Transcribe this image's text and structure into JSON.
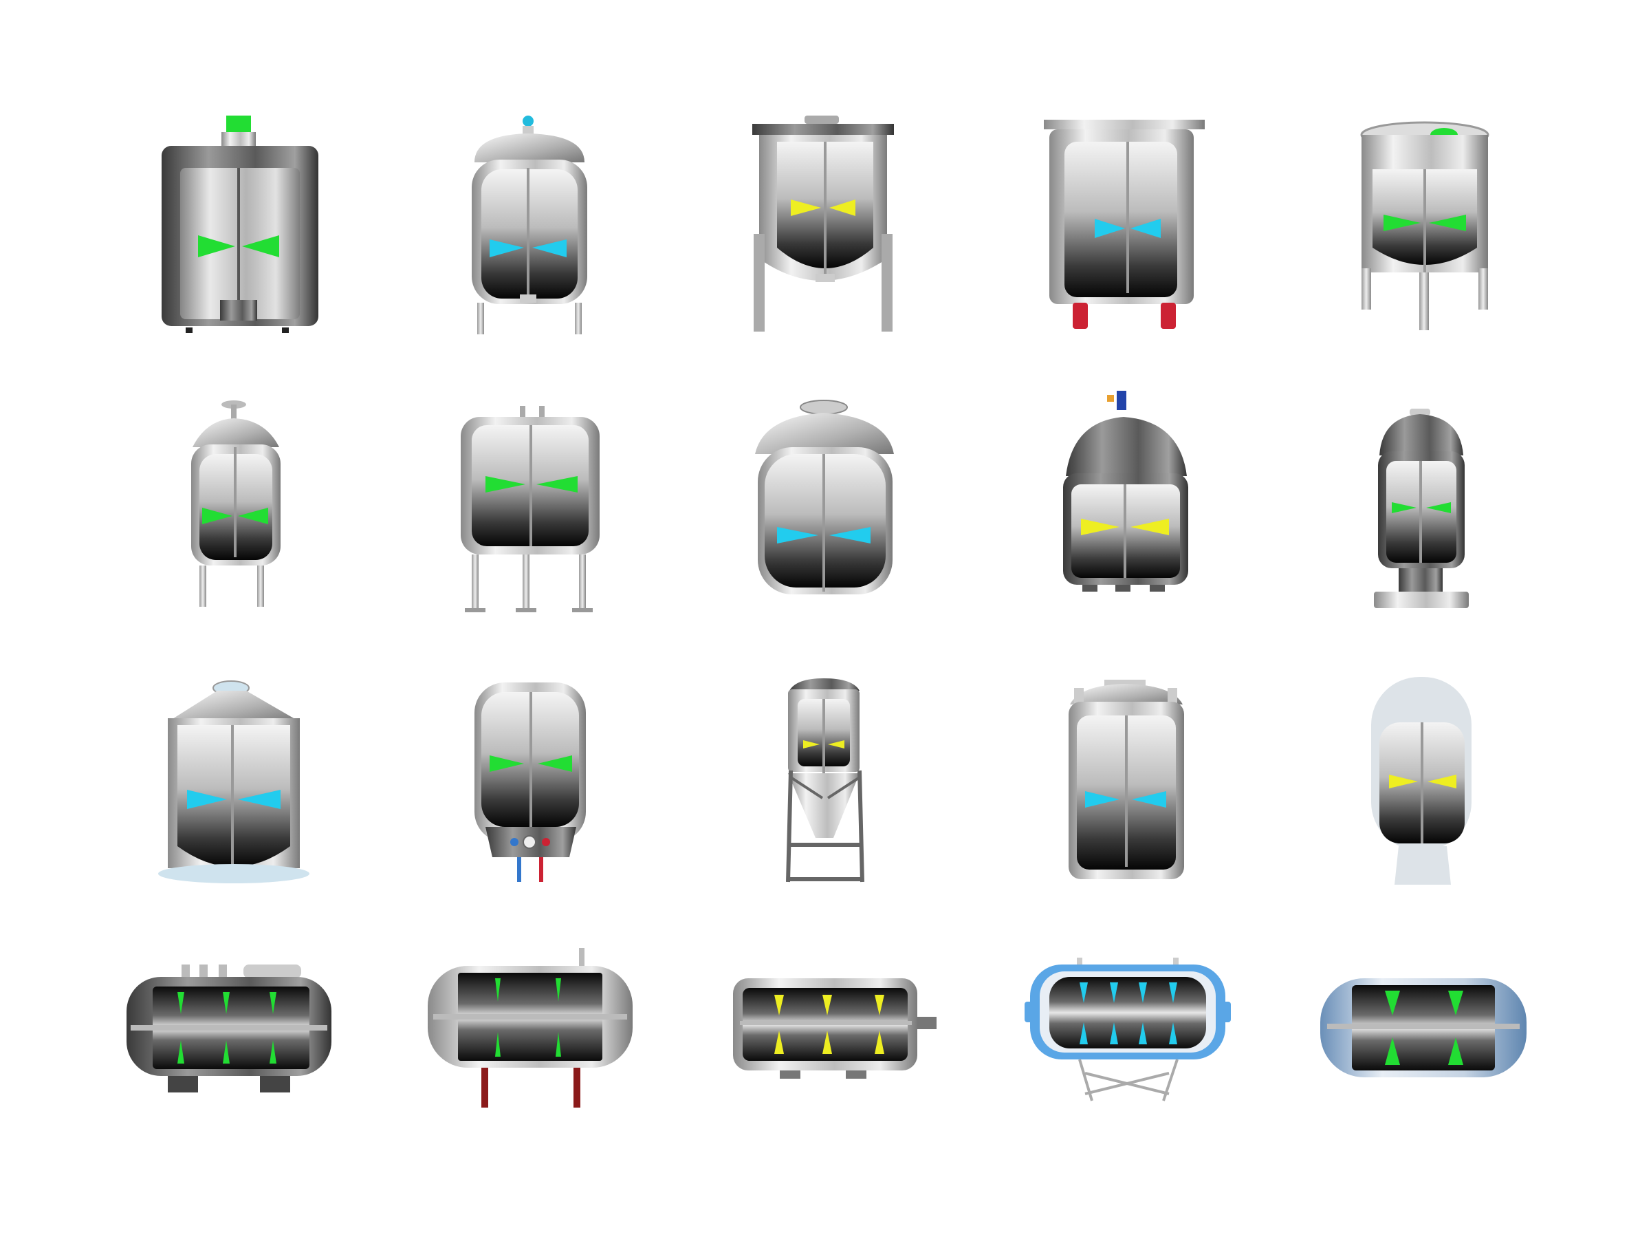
{
  "background": "#ffffff",
  "colors": {
    "green": "#22dd33",
    "cyan": "#22ccee",
    "yellow": "#eeee22",
    "steel_light": "#e8e8e8",
    "steel_dark": "#3c3c3c",
    "leg_red": "#8b1a1a",
    "wheel_red": "#cc2233",
    "frame_blue": "#5aa6e6"
  },
  "tanks": [
    {
      "name": "mixer-tank-boxy-dark",
      "blade_color": "green",
      "top": "green-cap"
    },
    {
      "name": "mixer-tank-dome-legs",
      "blade_color": "cyan",
      "top": "blue-dot"
    },
    {
      "name": "mixer-tank-frame-legs",
      "blade_color": "yellow",
      "top": "flat-lid"
    },
    {
      "name": "mixer-tank-wheeled",
      "blade_color": "cyan",
      "top": "flat-lid"
    },
    {
      "name": "mixer-tank-flat-top-legs",
      "blade_color": "green",
      "top": "green-hatch"
    },
    {
      "name": "mixer-tank-cone-top-small",
      "blade_color": "green",
      "top": "valve"
    },
    {
      "name": "mixer-tank-rounded-six-legs",
      "blade_color": "green",
      "top": "pipes"
    },
    {
      "name": "mixer-tank-large-dome",
      "blade_color": "cyan",
      "top": "lid"
    },
    {
      "name": "mixer-tank-dome-feet",
      "blade_color": "yellow",
      "top": "valve"
    },
    {
      "name": "mixer-tank-dark-pedestal",
      "blade_color": "green",
      "top": "nozzle"
    },
    {
      "name": "mixer-tank-conical-roof",
      "blade_color": "cyan",
      "top": "plate"
    },
    {
      "name": "mixer-tank-heater-style",
      "blade_color": "green",
      "top": "none"
    },
    {
      "name": "mixer-tank-conical-stand",
      "blade_color": "yellow",
      "top": "none"
    },
    {
      "name": "mixer-tank-lugged-roof",
      "blade_color": "cyan",
      "top": "plate"
    },
    {
      "name": "mixer-tank-capsule-pedestal",
      "blade_color": "yellow",
      "top": "none"
    },
    {
      "name": "horizontal-tank-ported",
      "blade_color": "green",
      "top": "ports"
    },
    {
      "name": "horizontal-tank-red-legs",
      "blade_color": "green",
      "top": "pipe"
    },
    {
      "name": "horizontal-tank-motor",
      "blade_color": "yellow",
      "top": "none"
    },
    {
      "name": "horizontal-tank-blue-frame",
      "blade_color": "cyan",
      "top": "none"
    },
    {
      "name": "horizontal-tank-capsule",
      "blade_color": "green",
      "top": "none"
    }
  ]
}
